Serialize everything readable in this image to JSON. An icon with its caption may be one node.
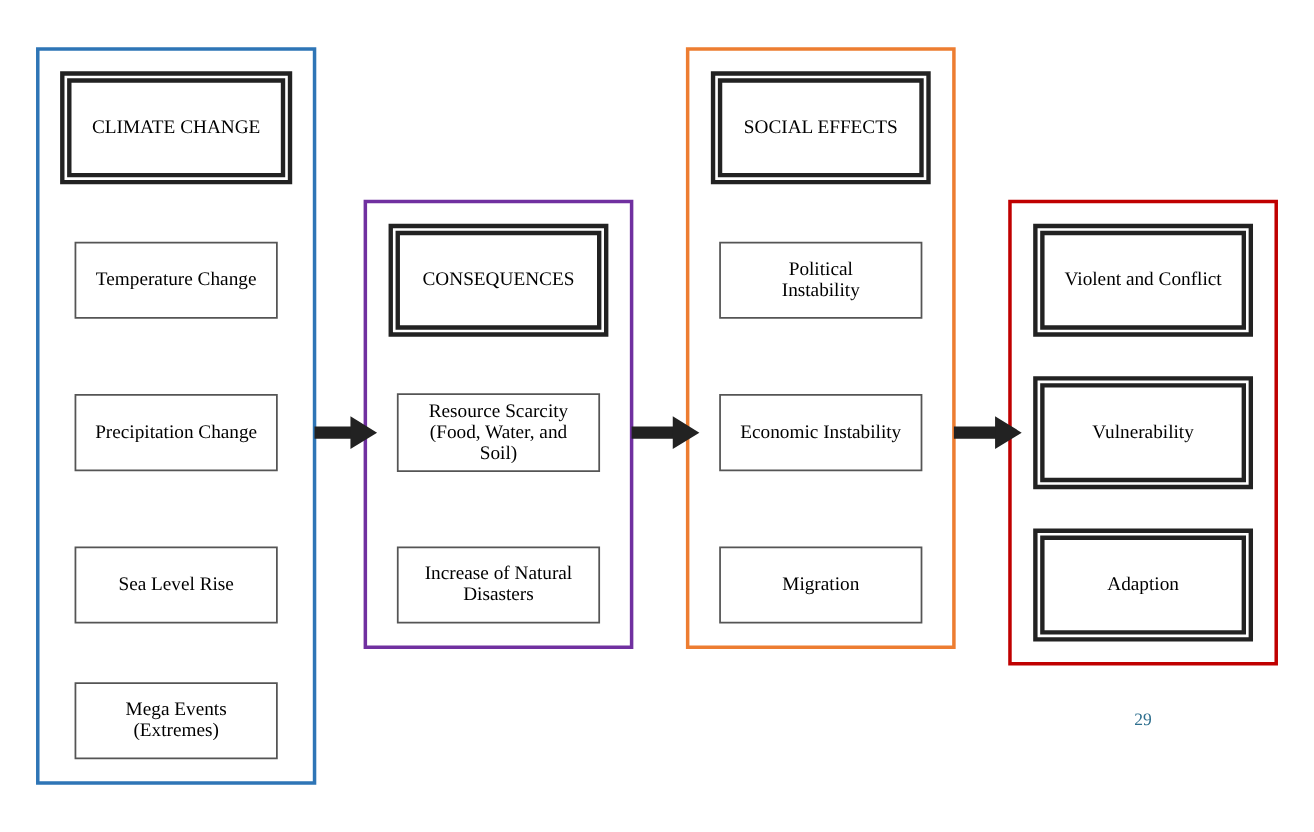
{
  "diagram": {
    "nodes": [
      {
        "text": [],
        "shape": "box"
      },
      {
        "text": [
          "CLIMATE CHANGE"
        ],
        "in": 0
      },
      {
        "text": [
          "Temperature Change"
        ],
        "in": 0
      },
      {
        "text": [
          "Precipitation Change"
        ],
        "in": 0
      },
      {
        "text": [
          "Sea Level Rise"
        ],
        "in": 0
      },
      {
        "text": [
          "Mega Events (Extremes)"
        ],
        "in": 0
      },
      {
        "text": [],
        "shape": "box"
      },
      {
        "text": [
          "CONSEQUENCES"
        ],
        "in": 6
      },
      {
        "text": [
          "Resource Scarcity (Food, Water, and Soil)"
        ],
        "in": 6
      },
      {
        "text": [
          "Increase of Natural Disasters"
        ],
        "in": 6
      },
      {
        "text": [],
        "shape": "box"
      },
      {
        "text": [
          "SOCIAL EFFECTS"
        ],
        "in": 10
      },
      {
        "text": [
          "Political Instability"
        ],
        "in": 10
      },
      {
        "text": [
          "Economic Instability"
        ],
        "in": 10
      },
      {
        "text": [
          "Migration"
        ],
        "in": 10
      },
      {
        "text": [],
        "shape": "box"
      },
      {
        "text": [
          "Violent and Conflict"
        ],
        "in": 15
      },
      {
        "text": [
          "Vulnerability"
        ],
        "in": 15
      },
      {
        "text": [
          "Adaption"
        ],
        "in": 15
      }
    ],
    "edges": [
      {
        "from": 0,
        "to": 6,
        "arrow": "to"
      },
      {
        "from": 6,
        "to": 10,
        "arrow": "to"
      },
      {
        "from": 10,
        "to": 15,
        "arrow": "to"
      }
    ],
    "labels": [
      "29"
    ]
  }
}
